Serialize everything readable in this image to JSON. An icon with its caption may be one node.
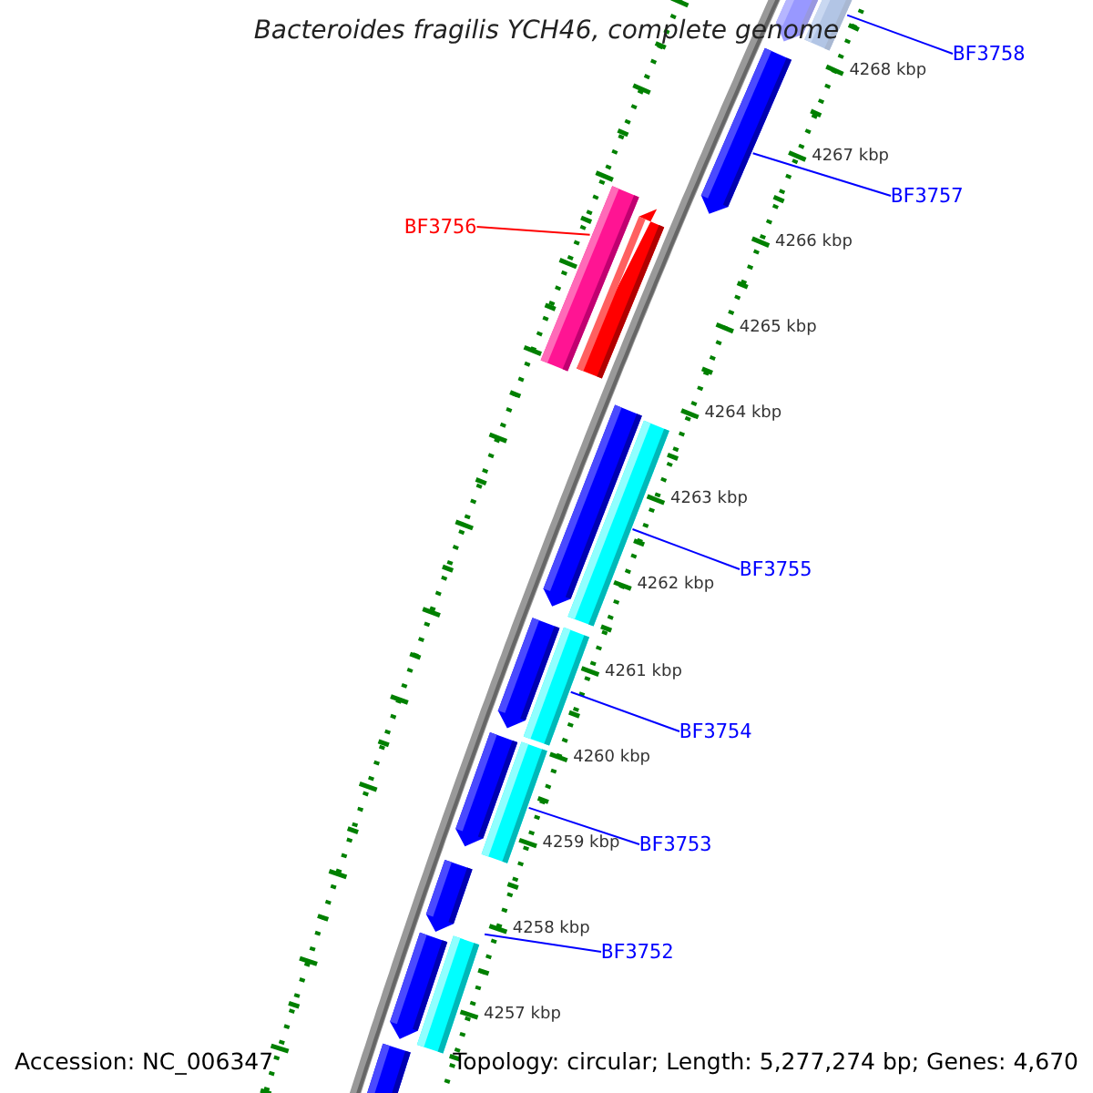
{
  "diagram": {
    "title": "Bacteroides fragilis YCH46, complete genome",
    "nodes": [
      {
        "text": [
          "BF3758"
        ]
      },
      {
        "text": [],
        "shape": "bar"
      },
      {
        "text": [],
        "shape": "bar"
      },
      {
        "text": [
          "BF3757"
        ]
      },
      {
        "text": [],
        "shape": "bar"
      },
      {
        "text": [
          "BF3756"
        ]
      },
      {
        "text": [],
        "shape": "bar"
      },
      {
        "text": [],
        "shape": "bar"
      },
      {
        "text": [],
        "shape": "bar"
      },
      {
        "text": [],
        "shape": "bar"
      },
      {
        "text": [
          "BF3755"
        ]
      },
      {
        "text": [],
        "shape": "bar"
      },
      {
        "text": [],
        "shape": "bar"
      },
      {
        "text": [
          "BF3754"
        ]
      },
      {
        "text": [],
        "shape": "bar"
      },
      {
        "text": [],
        "shape": "bar"
      },
      {
        "text": [
          "BF3753"
        ]
      },
      {
        "text": [],
        "shape": "bar"
      },
      {
        "text": [],
        "shape": "bar"
      },
      {
        "text": [],
        "shape": "bar"
      },
      {
        "text": [
          "BF3752"
        ]
      },
      {
        "text": [],
        "shape": "bar"
      }
    ],
    "edges": [
      {
        "from": 0,
        "to": 1,
        "arrow": "none"
      },
      {
        "from": 3,
        "to": 4,
        "arrow": "none"
      },
      {
        "from": 5,
        "to": 6,
        "arrow": "none",
        "color": "#ff0000"
      },
      {
        "from": 10,
        "to": 9,
        "arrow": "none"
      },
      {
        "from": 13,
        "to": 12,
        "arrow": "none"
      },
      {
        "from": 16,
        "to": 15,
        "arrow": "none"
      },
      {
        "from": 20,
        "to": 18,
        "arrow": "none"
      }
    ],
    "labels": [
      "4268 kbp",
      "4267 kbp",
      "4266 kbp",
      "4265 kbp",
      "4264 kbp",
      "4263 kbp",
      "4262 kbp",
      "4261 kbp",
      "4260 kbp",
      "4259 kbp",
      "4258 kbp",
      "4257 kbp",
      "Accession: NC_006347",
      "Topology: circular; Length: 5,277,274 bp; Genes: 4,670"
    ]
  }
}
